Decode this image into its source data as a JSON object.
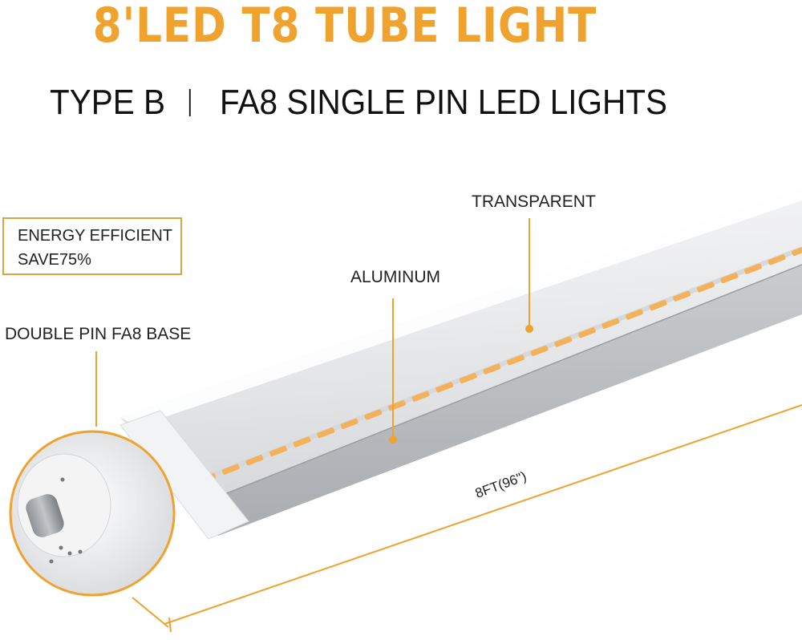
{
  "title": "8'LED T8 TUBE LIGHT",
  "subtitle": {
    "type": "TYPE B",
    "description": "FA8 SINGLE PIN LED LIGHTS"
  },
  "callout": {
    "line1": "ENERGY EFFICIENT",
    "line2": "SAVE75%"
  },
  "labels": {
    "transparent": "TRANSPARENT",
    "aluminum": "ALUMINUM",
    "base": "DOUBLE PIN FA8 BASE"
  },
  "dimension": "8FT(96\")",
  "colors": {
    "accent": "#F0A22E",
    "callout_border": "#D9A441",
    "led_chip": "#F3B15A",
    "text": "#222222"
  }
}
